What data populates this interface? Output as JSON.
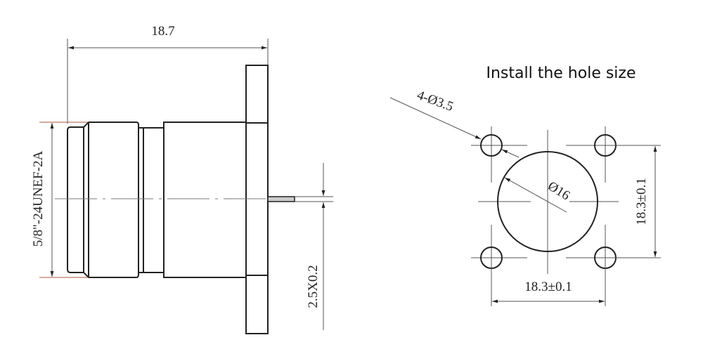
{
  "side_view": {
    "length_dim": "18.7",
    "thread_dim": "5/8\"-24UNEF-2A",
    "pin_dim": "2.5X0.2"
  },
  "hole_view": {
    "title": "Install the hole size",
    "mount_hole_dim": "4-Ø3.5",
    "center_hole_dim": "Ø16",
    "vertical_spacing": "18.3±0.1",
    "horizontal_spacing": "18.3±0.1"
  }
}
